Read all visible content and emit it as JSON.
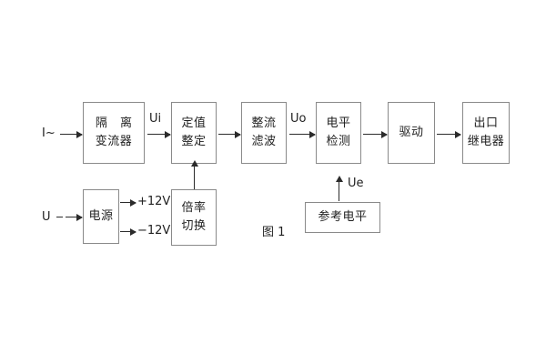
{
  "diagram": {
    "caption": "图 1",
    "inputs": [
      {
        "id": "current-input",
        "text": "I~"
      },
      {
        "id": "voltage-input",
        "text": "U"
      }
    ],
    "blocks": [
      {
        "id": "isolation-transformer",
        "line1": "隔 离",
        "line2": "变流器"
      },
      {
        "id": "setting-value",
        "line1": "定值",
        "line2": "整定"
      },
      {
        "id": "rectify-filter",
        "line1": "整流",
        "line2": "滤波"
      },
      {
        "id": "level-detection",
        "line1": "电平",
        "line2": "检测"
      },
      {
        "id": "drive",
        "line1": "驱动",
        "line2": ""
      },
      {
        "id": "output-relay",
        "line1": "出口",
        "line2": "继电器"
      },
      {
        "id": "power-supply",
        "line1": "电源",
        "line2": ""
      },
      {
        "id": "multiplier-switch",
        "line1": "倍率",
        "line2": "切换"
      },
      {
        "id": "reference-level",
        "line1": "参考电平",
        "line2": ""
      }
    ],
    "signals": [
      {
        "id": "ui",
        "text": "Ui"
      },
      {
        "id": "uo",
        "text": "Uo"
      },
      {
        "id": "ue",
        "text": "Ue"
      },
      {
        "id": "plus-12v",
        "text": "+12V"
      },
      {
        "id": "minus-12v",
        "text": "−12V"
      }
    ],
    "colors": {
      "background": "#ffffff",
      "box_border": "#8a8a8a",
      "line": "#2b2b2b",
      "text": "#1f1f1f"
    }
  }
}
